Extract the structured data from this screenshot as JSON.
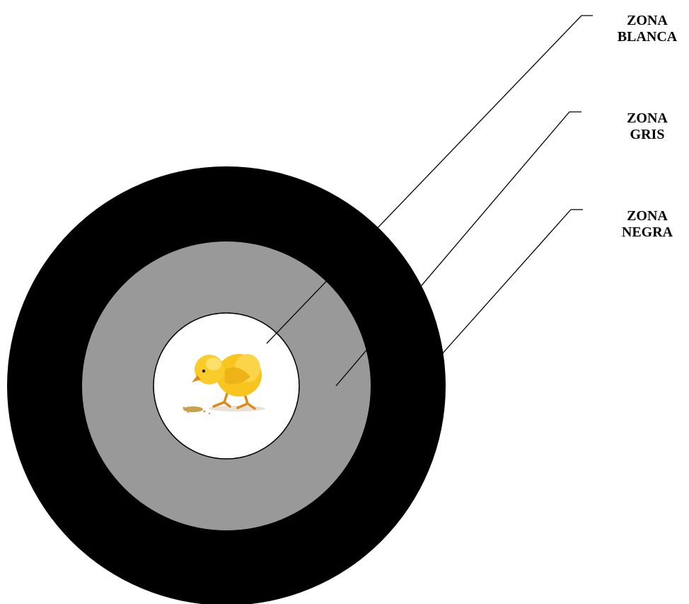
{
  "labels": {
    "white_zone": {
      "line1": "ZONA",
      "line2": "BLANCA"
    },
    "grey_zone": {
      "line1": "ZONA",
      "line2": "GRIS"
    },
    "black_zone": {
      "line1": "ZONA",
      "line2": "NEGRA"
    }
  },
  "colors": {
    "outer_ring": "#000000",
    "middle_ring": "#999999",
    "inner_circle": "#ffffff",
    "leader_lines": "#000000",
    "chick_body": "#f7c51e",
    "chick_legs": "#e08a1a",
    "feed": "#c8a050"
  },
  "icons": {
    "center_image": "yellow-chick-eating-icon"
  }
}
